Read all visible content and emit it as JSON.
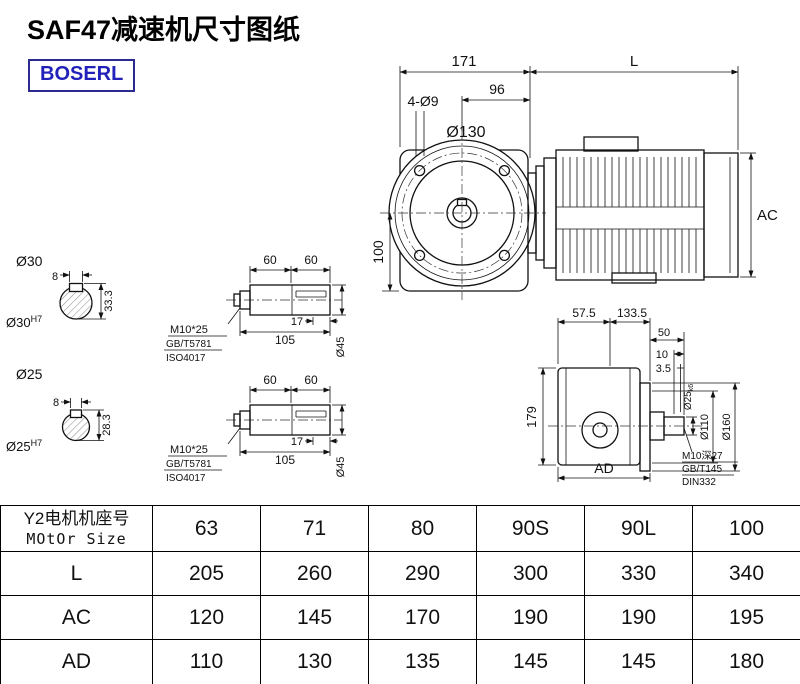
{
  "title": "SAF47减速机尺寸图纸",
  "brand": "BOSERL",
  "front_view": {
    "dim_171": "171",
    "dim_L": "L",
    "dim_bolt_holes": "4-Ø9",
    "dim_96": "96",
    "dim_flange_dia": "Ø130",
    "dim_100": "100",
    "dim_AC": "AC"
  },
  "bore_sections": [
    {
      "title": "Ø30",
      "fit": "Ø30",
      "fit_tol": "H7",
      "key_width": "8",
      "key_height": "33.3"
    },
    {
      "title": "Ø25",
      "fit": "Ø25",
      "fit_tol": "H7",
      "key_width": "8",
      "key_height": "28.3"
    }
  ],
  "shaft_profiles": [
    {
      "dim_60_left": "60",
      "dim_60_right": "60",
      "dim_17": "17",
      "dim_105": "105",
      "dim_dia": "Ø45",
      "note_line1": "M10*25",
      "note_line2": "GB/T5781",
      "note_line3": "ISO4017"
    },
    {
      "dim_60_left": "60",
      "dim_60_right": "60",
      "dim_17": "17",
      "dim_105": "105",
      "dim_dia": "Ø45",
      "note_line1": "M10*25",
      "note_line2": "GB/T5781",
      "note_line3": "ISO4017"
    }
  ],
  "side_view": {
    "dim_57_5": "57.5",
    "dim_133_5": "133.5",
    "dim_50": "50",
    "dim_10": "10",
    "dim_3_5": "3.5",
    "dim_shaft": "Ø25",
    "dim_shaft_tol": "k6",
    "dim_bolt_circle": "Ø110",
    "dim_flange": "Ø160",
    "dim_179": "179",
    "dim_AD": "AD",
    "note_line1": "M10深27",
    "note_line2": "GB/T145",
    "note_line3": "DIN332"
  },
  "table": {
    "header_cn": "Y2电机机座号",
    "header_en": "MOtOr Size",
    "sizes": [
      "63",
      "71",
      "80",
      "90S",
      "90L",
      "100"
    ],
    "rows": [
      {
        "label": "L",
        "values": [
          "205",
          "260",
          "290",
          "300",
          "330",
          "340"
        ]
      },
      {
        "label": "AC",
        "values": [
          "120",
          "145",
          "170",
          "190",
          "190",
          "195"
        ]
      },
      {
        "label": "AD",
        "values": [
          "110",
          "130",
          "135",
          "145",
          "145",
          "180"
        ]
      }
    ]
  }
}
